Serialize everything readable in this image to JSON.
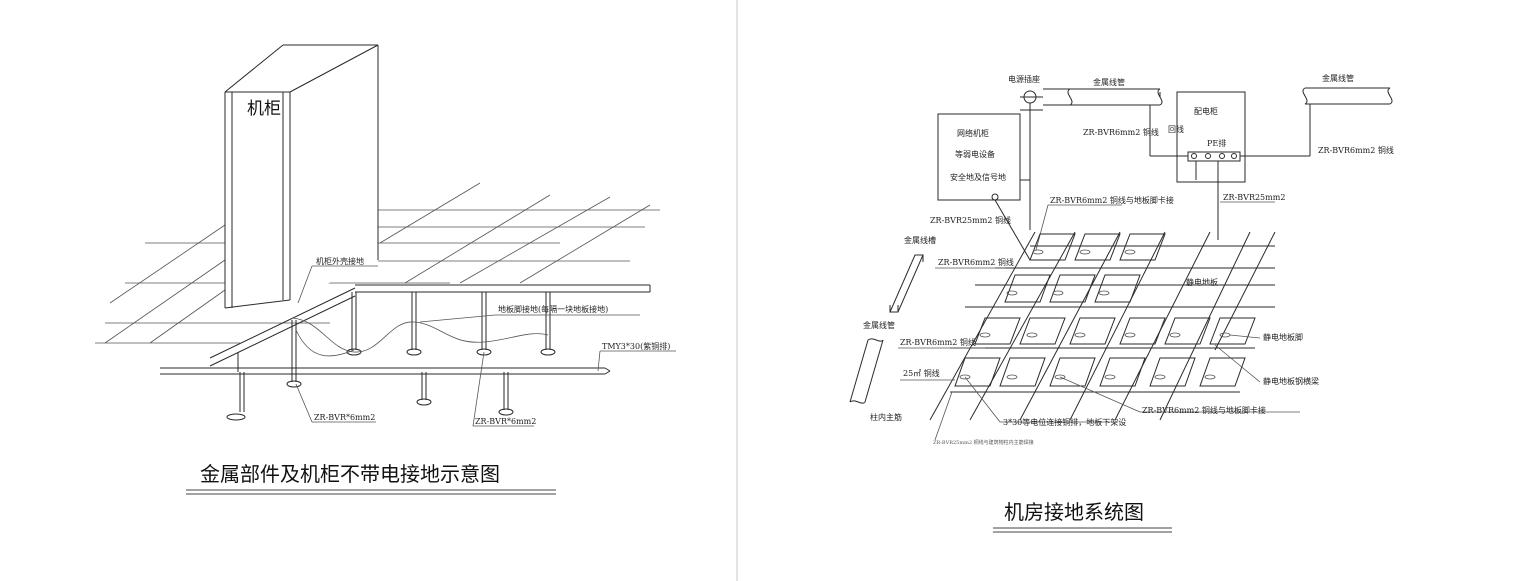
{
  "left": {
    "caption": "金属部件及机柜不带电接地示意图",
    "cabinet_label": "机柜",
    "labels": {
      "cabinet_ground": "机柜外壳接地",
      "pedestal_ground": "地板脚接地(每隔一块地板接地)",
      "busbar": "TMY3*30(紫铜排)",
      "wire_a": "ZR-BVR*6mm2",
      "wire_b": "ZR-BVR*6mm2"
    }
  },
  "right": {
    "caption": "机房接地系统图",
    "labels": {
      "power_socket": "电源插座",
      "conduit_top": "金属线管",
      "conduit_top_right": "金属线管",
      "distribution_cabinet": "配电柜",
      "return_line": "回线",
      "pe_bar": "PE排",
      "net_cabinet_1": "网络机柜",
      "net_cabinet_2": "等弱电设备",
      "net_cabinet_3": "安全地及信号地",
      "wire_6_a": "ZR-BVR6mm2 铜线",
      "wire_6_b": "ZR-BVR6mm2 铜线",
      "wire_25_a": "ZR-BVR25mm2",
      "wire_25_b": "ZR-BVR25mm2 铜线",
      "wire_clamp_top": "ZR-BVR6mm2 铜线与地板脚卡接",
      "tray": "金属线槽",
      "wire_6_c": "ZR-BVR6mm2 铜线",
      "antistatic_floor": "静电地板",
      "conduit_left": "金属线管",
      "wire_6_d": "ZR-BVR6mm2 铜线",
      "pedestal": "静电地板脚",
      "cu_25": "25㎡ 铜线",
      "steel_beam": "静电地板钢横梁",
      "main_bar": "柱内主筋",
      "bond_strip": "3*30等电位连接铜排，地板下架设",
      "wire_clamp_bottom": "ZR-BVR6mm2 铜线与地板脚卡接",
      "tiny_note": "ZR-BVR25mm2 铜线与建筑物柱内主筋焊接"
    }
  }
}
